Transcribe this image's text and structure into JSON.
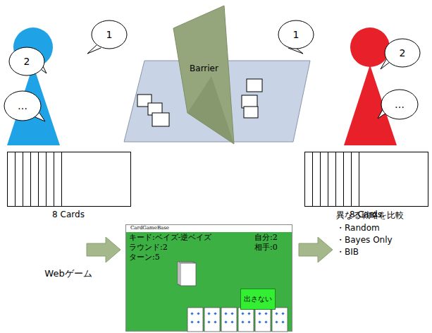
{
  "diagram": {
    "nodes": [
      {
        "text": [
          "1"
        ]
      },
      {
        "text": [
          "2"
        ]
      },
      {
        "text": [
          "…"
        ]
      },
      {
        "text": [
          "1"
        ]
      },
      {
        "text": [
          "2"
        ]
      },
      {
        "text": [
          "…"
        ]
      },
      {
        "text": [
          "Barrier"
        ]
      },
      {
        "text": [
          "CardGameBase",
          "キード:ベイズ-逆ベイズ",
          "ラウンド:2",
          "ターン:5",
          "自分:2",
          "相手:0"
        ]
      },
      {
        "text": [
          "出さない"
        ],
        "in": 7
      }
    ],
    "labels": [
      "8 Cards",
      "8 Cards",
      "Webゲーム",
      "異なる戦略を比較",
      "・Random",
      "・Bayes Only",
      "・BIB"
    ]
  }
}
